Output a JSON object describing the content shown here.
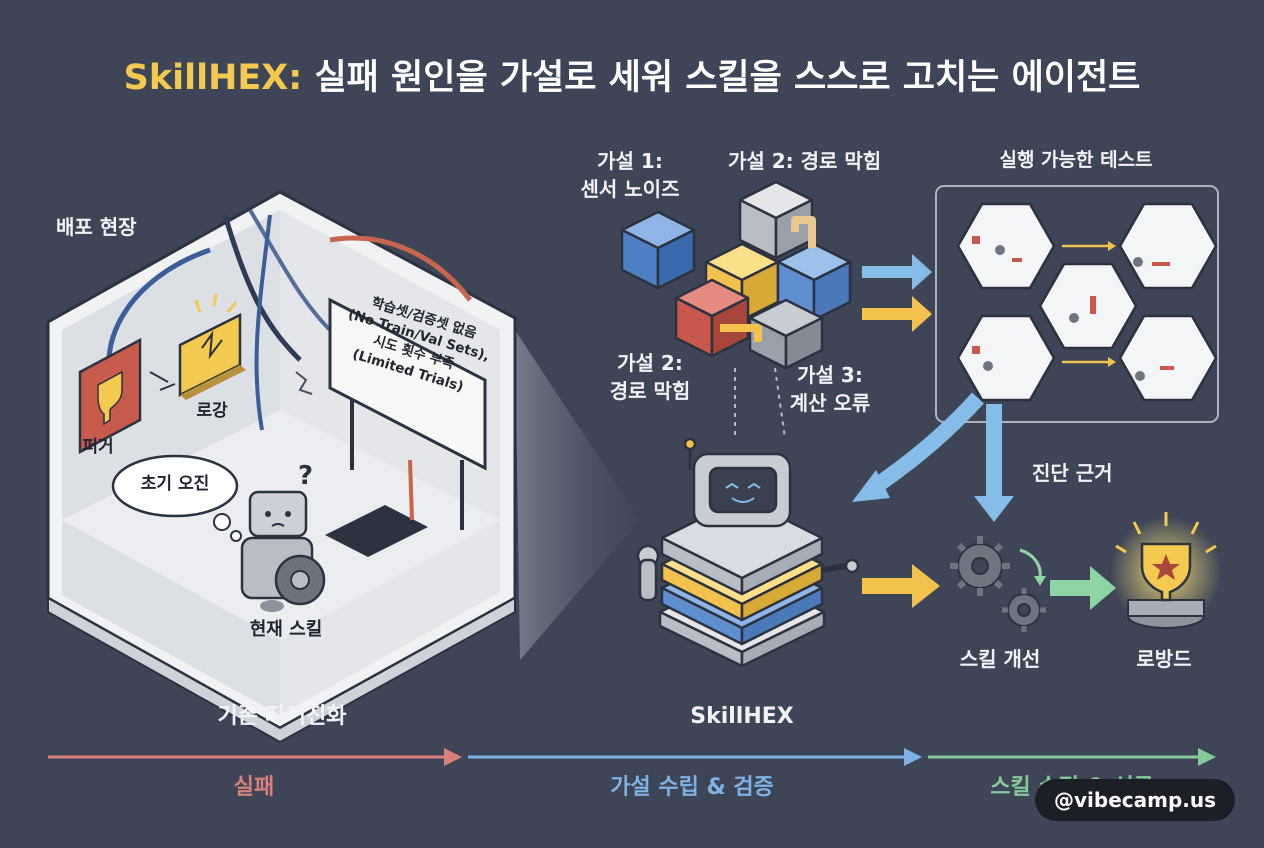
{
  "title": {
    "highlight": "SkillHEX:",
    "rest": " 실패 원인을 가설로 세워 스킬을 스스로 고치는 에이전트"
  },
  "scene": {
    "deploy_label": "배포 현장",
    "skill_a": "퍼거",
    "skill_b": "로강",
    "sign_lines": [
      "학습셋/검증셋 없음",
      "(No Train/Val Sets),",
      "시도 횟수 부족",
      "(Limited Trials)"
    ],
    "bubble": "초기 오진",
    "question": "?",
    "current_skill": "현재 스킬",
    "caption": "기존 자기진화"
  },
  "hypotheses": {
    "h1": [
      "가설 1:",
      "센서 노이즈"
    ],
    "h2_top": "가설 2: 경로 막힘",
    "h2_bottom": [
      "가설 2:",
      "경로 막힘"
    ],
    "h3": [
      "가설 3:",
      "계산 오류"
    ]
  },
  "tests": {
    "label": "실행 가능한 테스트"
  },
  "agent": {
    "name": "SkillHEX"
  },
  "results": {
    "evidence": "진단 근거",
    "skill_improve": "스킬 개선",
    "success": "로방드"
  },
  "phases": [
    {
      "label": "실패",
      "color": "#d9807a"
    },
    {
      "label": "가설 수립 & 검증",
      "color": "#7fb2e4"
    },
    {
      "label": "스킬 수정 & 성공",
      "color": "#86c99a"
    }
  ],
  "watermark": "@vibecamp.us",
  "colors": {
    "background": "#3d4556",
    "accent_yellow": "#f3c94f",
    "blue": "#5f8fd0",
    "red": "#c8584d",
    "gray": "#a9b0bb",
    "arrow_blue": "#86bde8",
    "arrow_yellow": "#f2c24d",
    "arrow_green": "#8fd4a4"
  }
}
